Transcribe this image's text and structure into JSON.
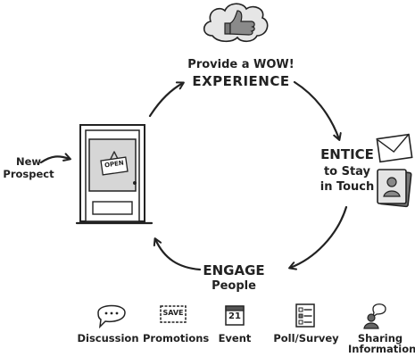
{
  "cycle": {
    "wow_line1": "Provide a WOW!",
    "wow_line2": "EXPERIENCE",
    "entice_line1": "ENTICE",
    "entice_line2": "to Stay",
    "entice_line3": "in Touch",
    "engage_line1": "ENGAGE",
    "engage_line2": "People",
    "prospect_line1": "New",
    "prospect_line2": "Prospect",
    "door_sign": "OPEN"
  },
  "icons": [
    {
      "label": "Discussion",
      "icon": "speech-bubble-icon"
    },
    {
      "label": "Promotions",
      "icon": "save-tag-icon",
      "tag_text": "SAVE"
    },
    {
      "label": "Event",
      "icon": "calendar-icon",
      "day": "21"
    },
    {
      "label": "Poll/Survey",
      "icon": "checklist-icon"
    },
    {
      "label_line1": "Sharing",
      "label_line2": "Information",
      "icon": "person-speaking-icon"
    }
  ],
  "colors": {
    "ink": "#222222",
    "gray_fill": "#d9d9d9",
    "dark_fill": "#888888"
  }
}
